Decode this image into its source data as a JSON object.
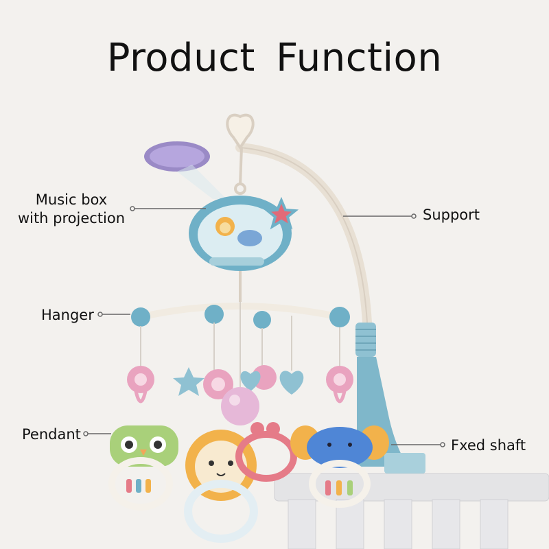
{
  "title": "Product  Function",
  "labels": {
    "music_box": "Music box\nwith projection",
    "support": "Support",
    "hanger": "Hanger",
    "pendant": "Pendant",
    "fixed_shaft": "Fxed shaft"
  },
  "colors": {
    "background": "#f3f1ee",
    "blue": "#6fb0c7",
    "pink": "#e9a3bf",
    "cream": "#f4ede2",
    "callout_line": "#666666"
  }
}
